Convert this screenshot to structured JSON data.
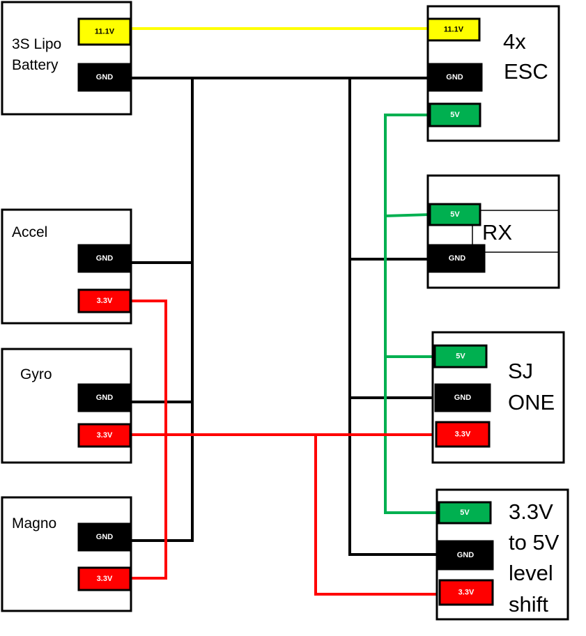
{
  "colors": {
    "yellow": "#ffff00",
    "black": "#000000",
    "red": "#ff0000",
    "green": "#00b050",
    "pin_red": "#ff0000",
    "text_light": "#ffffff",
    "text_dark": "#000000"
  },
  "components": {
    "battery": {
      "label_lines": [
        "3S Lipo",
        "Battery"
      ],
      "pins": {
        "vbat": "11.1V",
        "gnd": "GND"
      }
    },
    "esc": {
      "label_lines": [
        "4x",
        "ESC"
      ],
      "pins": {
        "vbat": "11.1V",
        "gnd": "GND",
        "v5": "5V"
      }
    },
    "rx": {
      "label_lines": [
        "RX"
      ],
      "pins": {
        "v5": "5V",
        "gnd": "GND"
      }
    },
    "accel": {
      "label_lines": [
        "Accel"
      ],
      "pins": {
        "gnd": "GND",
        "v33": "3.3V"
      }
    },
    "gyro": {
      "label_lines": [
        "Gyro"
      ],
      "pins": {
        "gnd": "GND",
        "v33": "3.3V"
      }
    },
    "magno": {
      "label_lines": [
        "Magno"
      ],
      "pins": {
        "gnd": "GND",
        "v33": "3.3V"
      }
    },
    "sjone": {
      "label_lines": [
        "SJ",
        "ONE"
      ],
      "pins": {
        "v5": "5V",
        "gnd": "GND",
        "v33": "3.3V"
      }
    },
    "levelshift": {
      "label_lines": [
        "3.3V",
        "to 5V",
        "level",
        "shift"
      ],
      "pins": {
        "v5": "5V",
        "gnd": "GND",
        "v33": "3.3V"
      }
    }
  }
}
